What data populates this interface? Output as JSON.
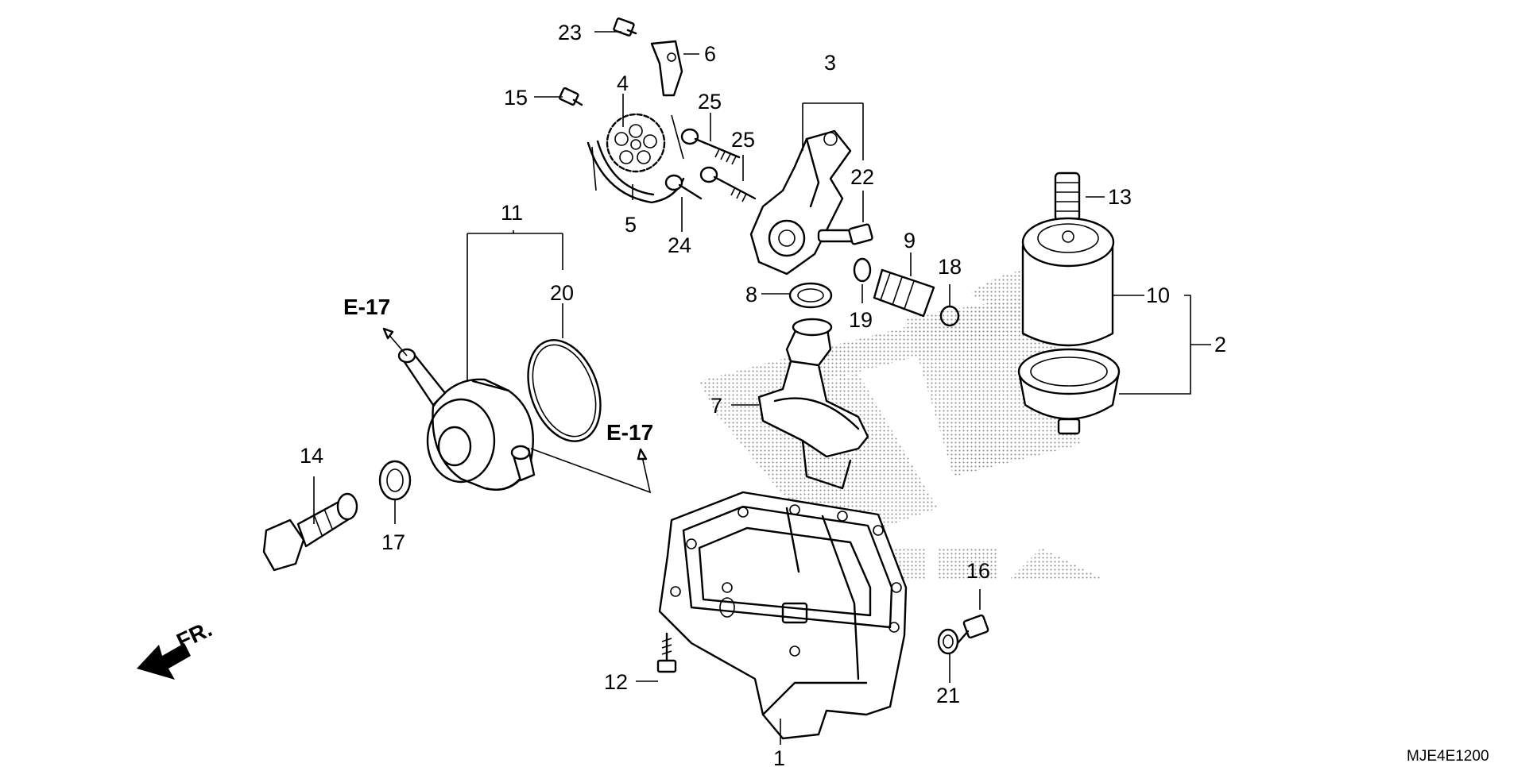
{
  "callouts": {
    "c1": "1",
    "c2": "2",
    "c3": "3",
    "c4": "4",
    "c5": "5",
    "c6": "6",
    "c7": "7",
    "c8": "8",
    "c9": "9",
    "c10": "10",
    "c11": "11",
    "c12": "12",
    "c13": "13",
    "c14": "14",
    "c15": "15",
    "c16": "16",
    "c17": "17",
    "c18": "18",
    "c19": "19",
    "c20": "20",
    "c21": "21",
    "c22": "22",
    "c23": "23",
    "c24": "24",
    "c25a": "25",
    "c25b": "25"
  },
  "references": {
    "ref_a": "E-17",
    "ref_b": "E-17"
  },
  "direction": {
    "front": "FR."
  },
  "diagram_code": "MJE4E1200",
  "watermark": "HONDA",
  "colors": {
    "ink": "#000000",
    "halftone": "#8a8a8a",
    "paper": "#ffffff"
  }
}
